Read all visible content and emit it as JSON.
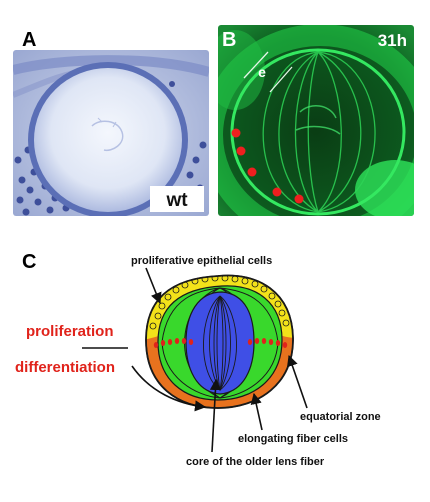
{
  "panels": {
    "a": {
      "letter": "A",
      "tag": "wt"
    },
    "b": {
      "letter": "B",
      "time": "31h",
      "marker": "e"
    },
    "c": {
      "letter": "C"
    }
  },
  "labels": {
    "proliferative": "proliferative epithelial  cells",
    "proliferation": "proliferation",
    "differentiation": "differentiation",
    "equatorial": "equatorial zone",
    "elongating": "elongating fiber cells",
    "core": "core of the older lens fiber"
  },
  "colors": {
    "epithelium": "#f3e21a",
    "fiber": "#39d82c",
    "core": "#3f4fe6",
    "outline": "#1a1a1a",
    "accent_red": "#e0231b",
    "orange": "#e8721e",
    "fluor_green": "#1fe04a",
    "histo_blue": "#6d7fc0"
  }
}
